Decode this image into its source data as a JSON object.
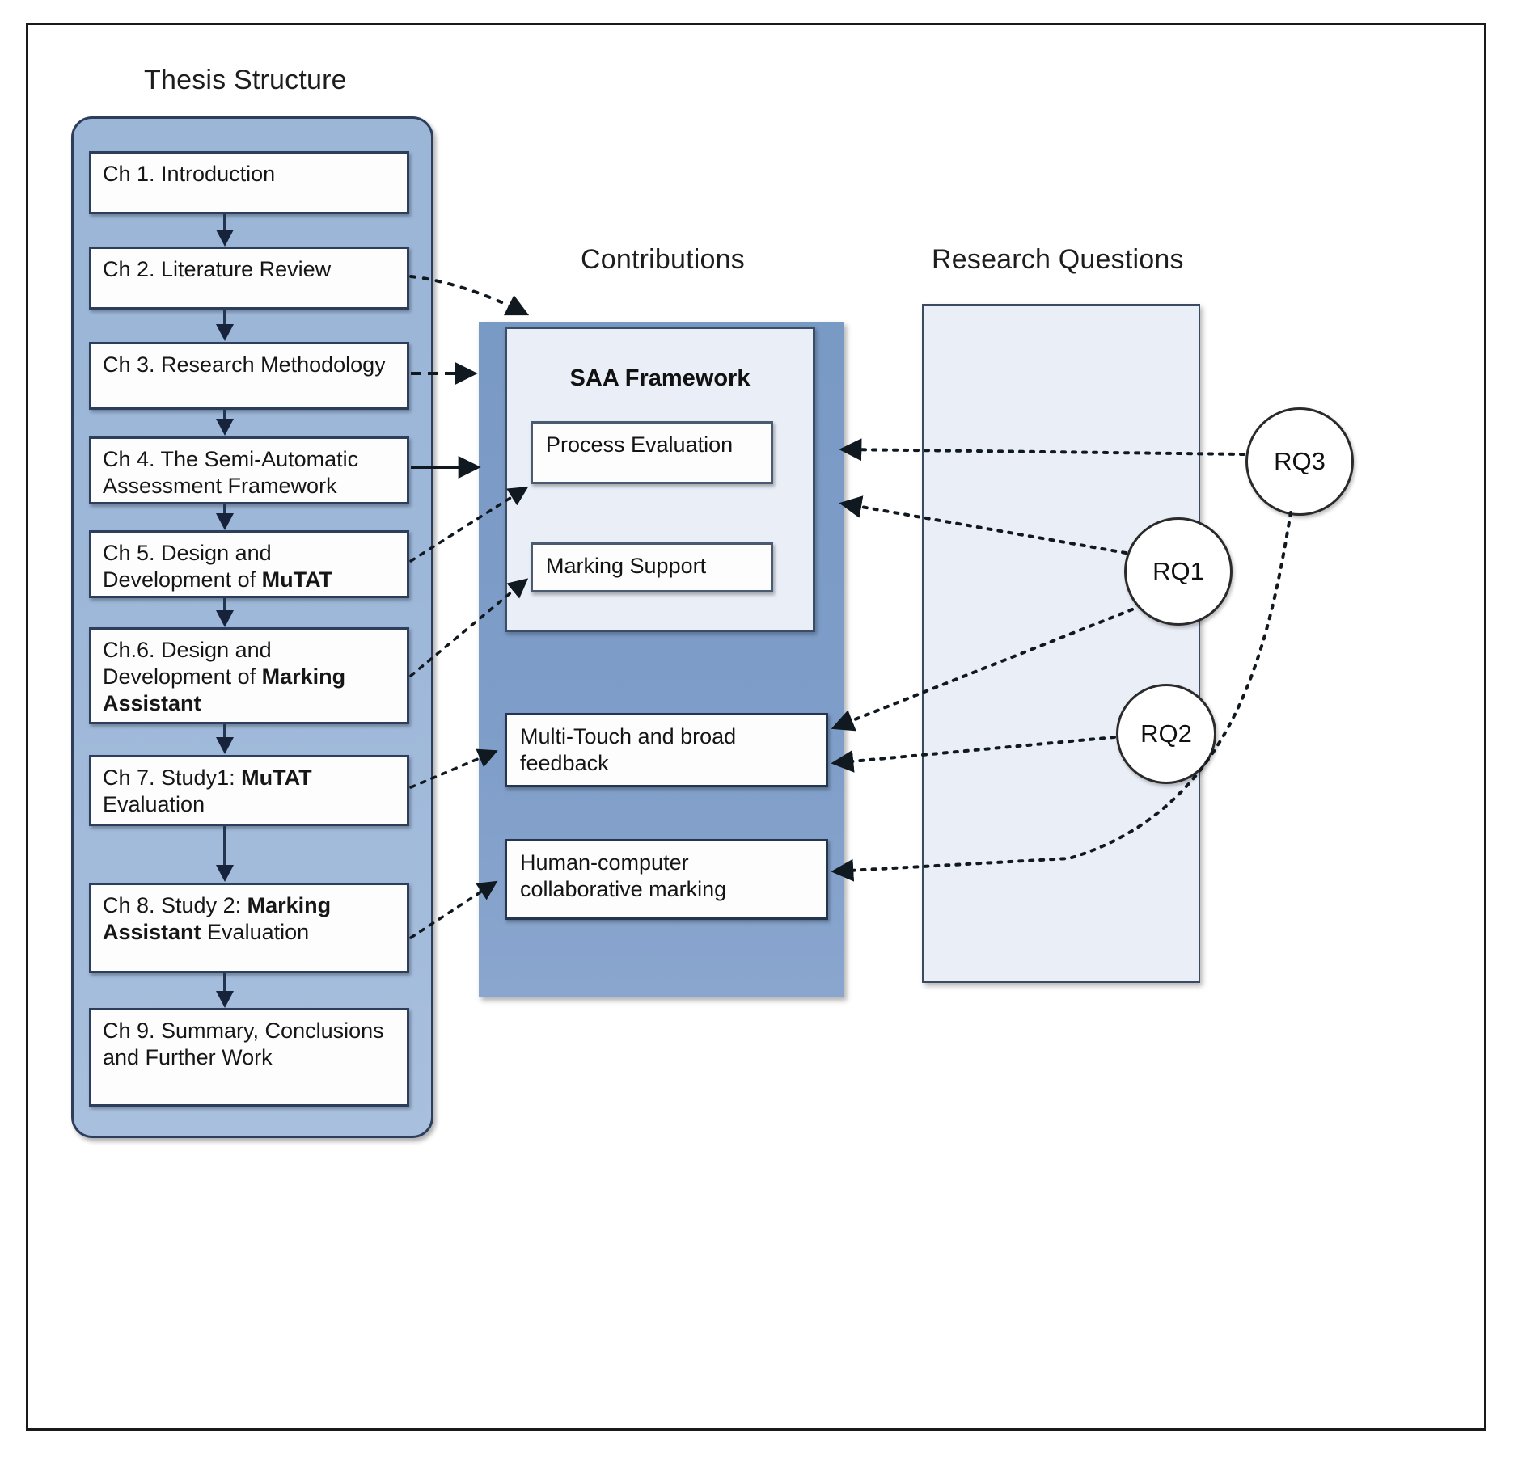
{
  "columns": {
    "thesis_title": "Thesis Structure",
    "contributions_title": "Contributions",
    "research_questions_title": "Research Questions"
  },
  "thesis_chapters": [
    {
      "id": "ch1",
      "text": "Ch 1. Introduction"
    },
    {
      "id": "ch2",
      "text": "Ch 2. Literature Review"
    },
    {
      "id": "ch3",
      "text": "Ch 3. Research Methodology"
    },
    {
      "id": "ch4",
      "text": "Ch 4. The Semi-Automatic Assessment  Framework"
    },
    {
      "id": "ch5",
      "text": "Ch 5. Design and Development of MuTAT",
      "bold": "MuTAT"
    },
    {
      "id": "ch6",
      "text": "Ch.6. Design and Development of Marking Assistant",
      "bold": "Marking Assistant"
    },
    {
      "id": "ch7",
      "text": "Ch 7. Study1: MuTAT Evaluation",
      "bold": "MuTAT"
    },
    {
      "id": "ch8",
      "text": "Ch 8. Study 2: Marking Assistant Evaluation",
      "bold": "Marking Assistant"
    },
    {
      "id": "ch9",
      "text": "Ch 9.  Summary, Conclusions and Further Work"
    }
  ],
  "contributions": {
    "saa_framework_label": "SAA Framework",
    "items": [
      {
        "id": "process-evaluation",
        "text": "Process Evaluation"
      },
      {
        "id": "marking-support",
        "text": "Marking Support"
      },
      {
        "id": "multi-touch-feedback",
        "text": "Multi-Touch and broad feedback"
      },
      {
        "id": "human-computer-marking",
        "text": "Human-computer collaborative  marking"
      }
    ]
  },
  "research_questions": [
    {
      "id": "rq1",
      "label": "RQ1"
    },
    {
      "id": "rq2",
      "label": "RQ2"
    },
    {
      "id": "rq3",
      "label": "RQ3"
    }
  ],
  "colors": {
    "thesis_panel": "#9cb6d8",
    "contributions_panel": "#7e9dc8",
    "saa_panel": "#e9eef7",
    "rq_panel": "#e9eef7",
    "box_fill": "#fdfdfd",
    "border_dark": "#24354f",
    "frame": "#1a1a1a"
  }
}
